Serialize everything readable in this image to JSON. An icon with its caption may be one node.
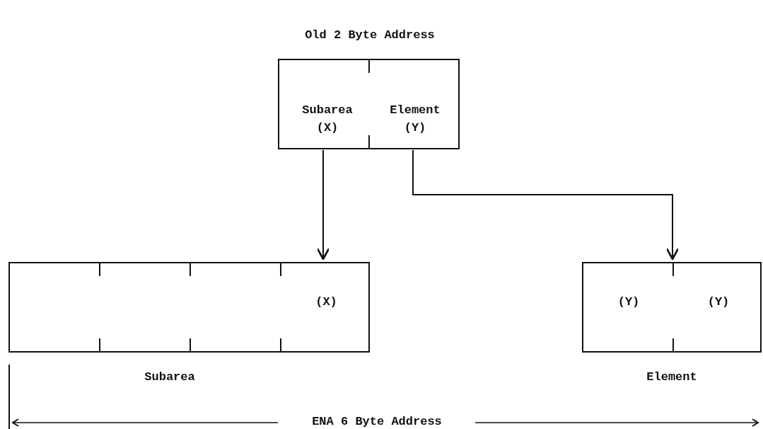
{
  "diagram": {
    "title": "Old 2 Byte Address",
    "nodes": [
      {
        "text": [
          "Subarea (X)",
          "Element (Y)"
        ]
      },
      {
        "text": [
          "(X)"
        ],
        "beside": [
          "Subarea"
        ]
      },
      {
        "text": [
          "(Y)",
          "(Y)"
        ],
        "beside": [
          "Element"
        ]
      }
    ],
    "edges": [
      {
        "from": 0,
        "to": 1,
        "arrow": "to"
      },
      {
        "from": 0,
        "to": 2,
        "arrow": "to"
      }
    ],
    "labels": [
      "ENA 6 Byte Address"
    ]
  }
}
